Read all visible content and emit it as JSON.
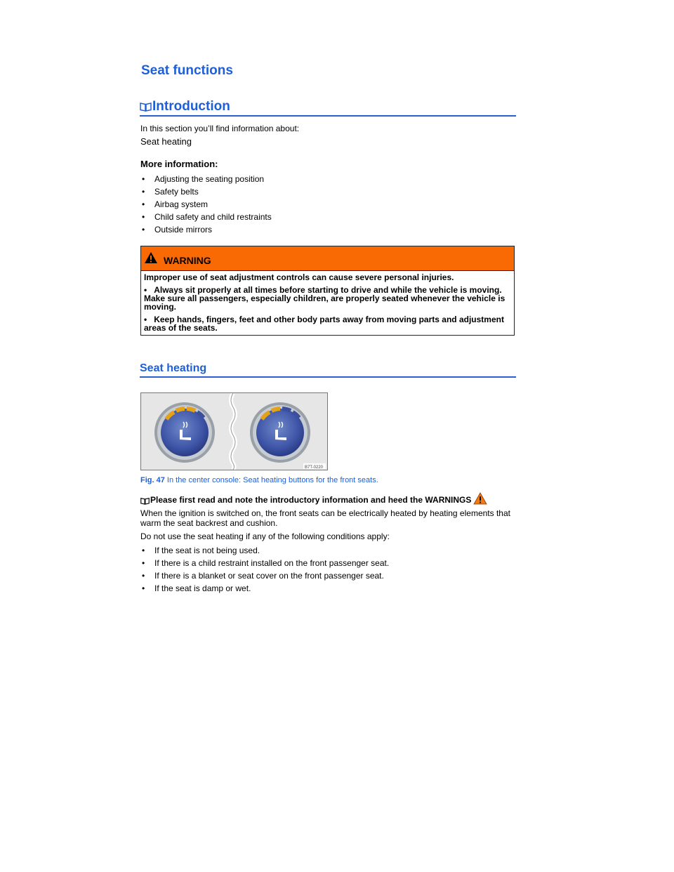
{
  "title": "Seat functions",
  "intro": {
    "heading": "Introduction",
    "lead": "In this section you’ll find information about:",
    "topic": "Seat heating",
    "more_info_label": "More information:",
    "links": [
      "Adjusting the seating position",
      "Safety belts",
      "Airbag system",
      "Child safety and child restraints",
      "Outside mirrors"
    ]
  },
  "warning": {
    "title": "WARNING",
    "lead": "Improper use of seat adjustment controls can cause severe personal injuries.",
    "items": [
      "Always sit properly at all times before starting to drive and while the vehicle is moving. Make sure all passengers, especially children, are properly seated whenever the vehicle is moving.",
      "Keep hands, fingers, feet and other body parts away from moving parts and adjustment areas of the seats."
    ]
  },
  "seat_heating": {
    "heading": "Seat heating",
    "figure_code": "B7T-0220",
    "caption_label": "Fig. 47",
    "caption_text": "In the center console: Seat heating buttons for the front seats.",
    "note": "Please first read and note the introductory information and heed the WARNINGS",
    "para1": "When the ignition is switched on, the front seats can be electrically heated by heating elements that warm the seat backrest and cushion.",
    "para2": "Do not use the seat heating if any of the following conditions apply:",
    "conditions": [
      "If the seat is not being used.",
      "If there is a child restraint installed on the front passenger seat.",
      "If there is a blanket or seat cover on the front passenger seat.",
      "If the seat is damp or wet."
    ]
  },
  "colors": {
    "heading": "#1f5fd6",
    "warning_bar": "#f96a05"
  }
}
